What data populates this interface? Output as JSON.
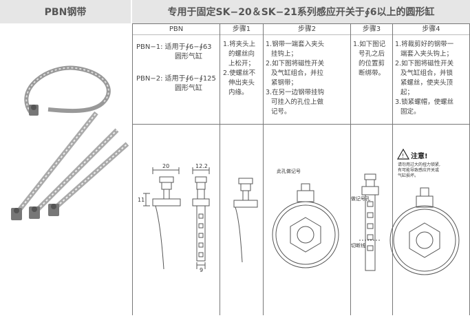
{
  "header": {
    "left_title": "PBN钢带",
    "right_title": "专用于固定SK−20＆SK−21系列感应开关于∮6以上的圆形缸"
  },
  "table": {
    "columns": [
      "PBN",
      "步骤1",
      "步骤2",
      "步骤3",
      "步骤4"
    ],
    "pbn": {
      "line1": "PBN−1: 适用于∮6−∮63",
      "line1b": "圆形气缸",
      "line2": "PBN−2: 适用于∮6−∮125",
      "line2b": "圆形气缸"
    },
    "step1": [
      "1.将夹头上",
      "的螺丝向",
      "上松开；",
      "2.使螺丝不",
      "伸出夹头",
      "内缘。"
    ],
    "step2": [
      "1.钢带一端套入夹头",
      "挂钩上；",
      "2.如下图将磁性开关",
      "及气缸组合，并拉",
      "紧钢带；",
      "3.在另一边钢带挂钩",
      "可挂入的孔位上做",
      "记号。"
    ],
    "step3": [
      "1.如下图记",
      "号孔之后",
      "的位置剪",
      "断绑带。"
    ],
    "step4": [
      "1.将裁剪好的钢带一",
      "端套入夹头钩上；",
      "2.如下图将磁性开关",
      "及气缸组合，并锁",
      "紧螺丝，使夹头顶",
      "起；",
      "3.锁紧螺帽，使螺丝",
      "固定。"
    ]
  },
  "drawing": {
    "dim_20": "20",
    "dim_12_2": "12.2",
    "dim_11": "11",
    "dim_9": "9",
    "label_mark_hole": "此孔做记号",
    "label_mark_hole2": "做记号孔",
    "label_cut_line": "切断线",
    "warning_title": "注意!",
    "warning_text1": "请勿用过大的扭力锁紧,",
    "warning_text2": "有可能导致感应开关或",
    "warning_text3": "气缸损坏。",
    "warning_icon": "warning-triangle-icon"
  },
  "colors": {
    "header_bg": "#e6e6e6",
    "line": "#777777",
    "text": "#444444"
  }
}
